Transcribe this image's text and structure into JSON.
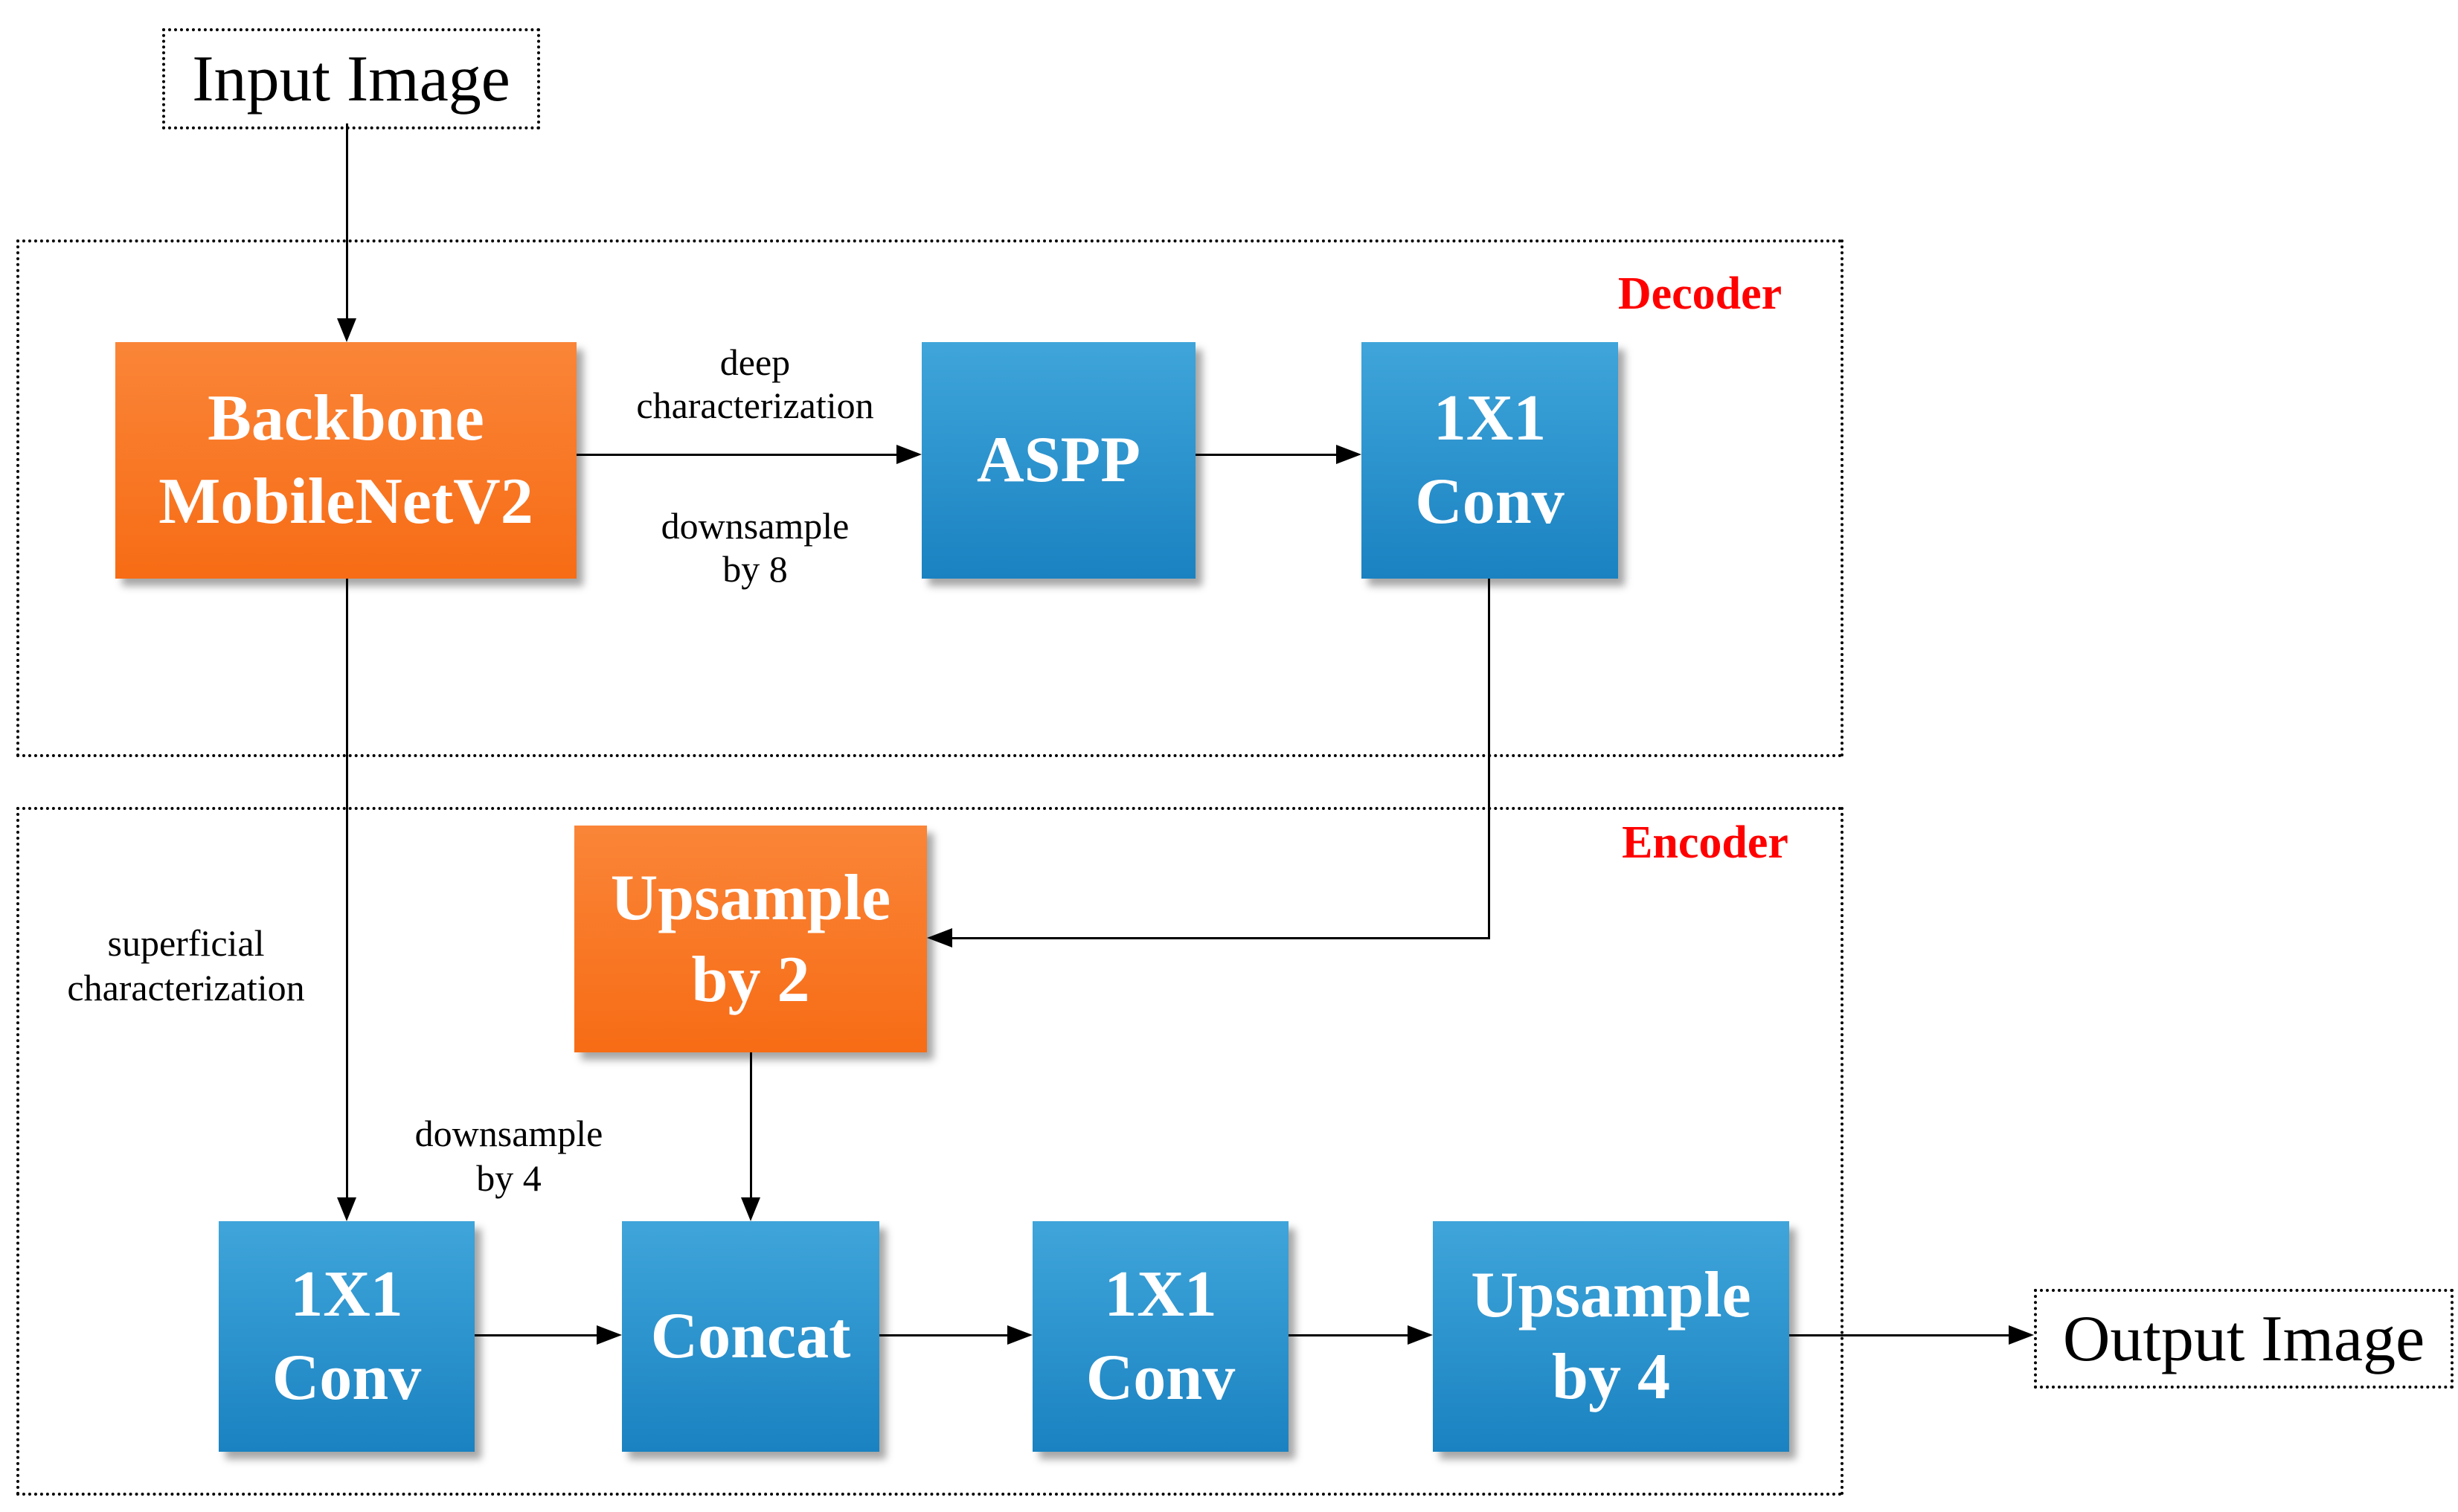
{
  "diagram": {
    "title_context": "Semantic segmentation network diagram",
    "terminals": {
      "input": {
        "label": "Input Image"
      },
      "output": {
        "label": "Output Image"
      }
    },
    "regions": {
      "decoder": {
        "label": "Decoder"
      },
      "encoder": {
        "label": "Encoder"
      }
    },
    "nodes": {
      "backbone": {
        "line1": "Backbone",
        "line2": "MobileNetV2",
        "style": "orange"
      },
      "aspp": {
        "line1": "ASPP",
        "style": "blue"
      },
      "conv_top": {
        "line1": "1X1",
        "line2": "Conv",
        "style": "blue"
      },
      "upsample2": {
        "line1": "Upsample",
        "line2": "by 2",
        "style": "orange"
      },
      "conv_bottom_left": {
        "line1": "1X1",
        "line2": "Conv",
        "style": "blue"
      },
      "concat": {
        "line1": "Concat",
        "style": "blue"
      },
      "conv_bottom_mid": {
        "line1": "1X1",
        "line2": "Conv",
        "style": "blue"
      },
      "upsample4": {
        "line1": "Upsample",
        "line2": "by 4",
        "style": "blue"
      }
    },
    "edge_labels": {
      "deep": {
        "line1": "deep",
        "line2": "characterization"
      },
      "down8": {
        "line1": "downsample",
        "line2": "by 8"
      },
      "superficial": {
        "line1": "superficial",
        "line2": "characterization"
      },
      "down4": {
        "line1": "downsample",
        "line2": "by 4"
      }
    },
    "edges": [
      {
        "from": "input",
        "to": "backbone"
      },
      {
        "from": "backbone",
        "to": "aspp",
        "labels": [
          "deep",
          "down8"
        ]
      },
      {
        "from": "aspp",
        "to": "conv_top"
      },
      {
        "from": "conv_top",
        "to": "upsample2"
      },
      {
        "from": "backbone",
        "to": "conv_bottom_left",
        "labels": [
          "superficial",
          "down4"
        ]
      },
      {
        "from": "upsample2",
        "to": "concat"
      },
      {
        "from": "conv_bottom_left",
        "to": "concat"
      },
      {
        "from": "concat",
        "to": "conv_bottom_mid"
      },
      {
        "from": "conv_bottom_mid",
        "to": "upsample4"
      },
      {
        "from": "upsample4",
        "to": "output"
      }
    ],
    "colors": {
      "orange_top": "#fa8538",
      "orange_bottom": "#f76c15",
      "blue_top": "#3fa5da",
      "blue_bottom": "#1a82c1",
      "region_label": "#ff0000",
      "line": "#000000",
      "bg": "#ffffff"
    }
  }
}
